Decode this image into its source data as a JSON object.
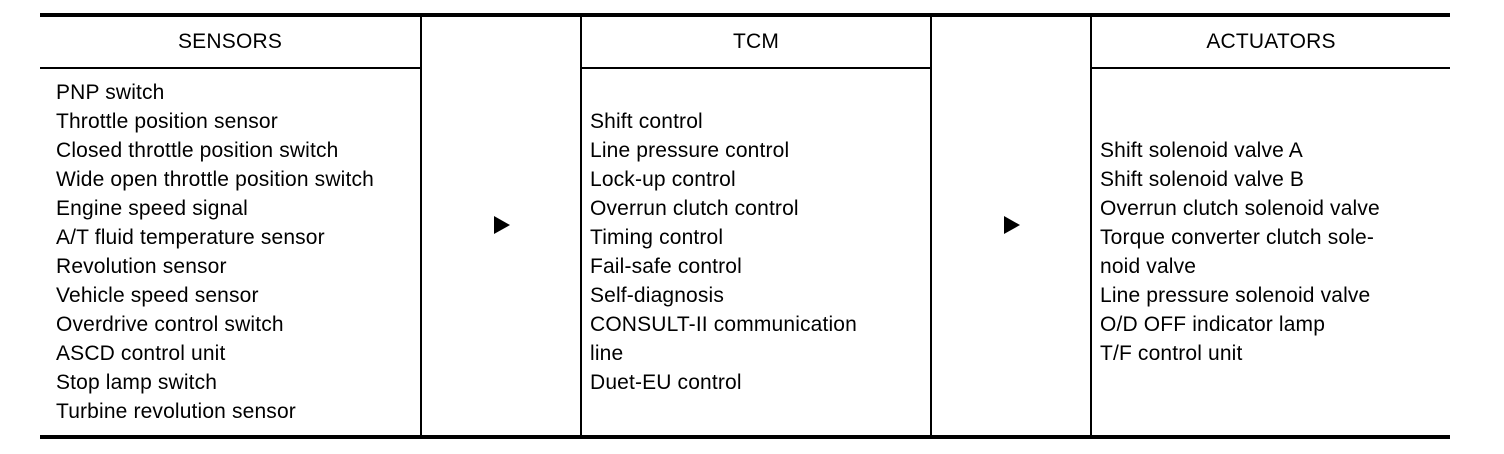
{
  "columns": {
    "sensors": {
      "header": "SENSORS",
      "items": [
        "PNP switch",
        "Throttle position sensor",
        "Closed throttle position switch",
        "Wide open throttle position switch",
        "Engine speed signal",
        "A/T fluid temperature sensor",
        "Revolution sensor",
        "Vehicle speed sensor",
        "Overdrive control switch",
        "ASCD control unit",
        "Stop lamp switch",
        "Turbine revolution sensor"
      ]
    },
    "tcm": {
      "header": "TCM",
      "items": [
        "Shift control",
        "Line pressure control",
        "Lock-up control",
        "Overrun clutch control",
        "Timing control",
        "Fail-safe control",
        "Self-diagnosis",
        "CONSULT-II communication",
        "line",
        "Duet-EU control"
      ]
    },
    "actuators": {
      "header": "ACTUATORS",
      "items": [
        "Shift solenoid valve A",
        "Shift solenoid valve B",
        "Overrun clutch solenoid valve",
        "Torque converter clutch sole-",
        "noid valve",
        "Line pressure solenoid valve",
        "O/D OFF indicator lamp",
        "T/F control unit"
      ]
    }
  },
  "arrows": [
    {
      "icon": "right-triangle-arrow-icon",
      "from": "SENSORS",
      "to": "TCM"
    },
    {
      "icon": "right-triangle-arrow-icon",
      "from": "TCM",
      "to": "ACTUATORS"
    }
  ],
  "colors": {
    "line": "#000000",
    "text": "#000000",
    "background": "#ffffff"
  }
}
